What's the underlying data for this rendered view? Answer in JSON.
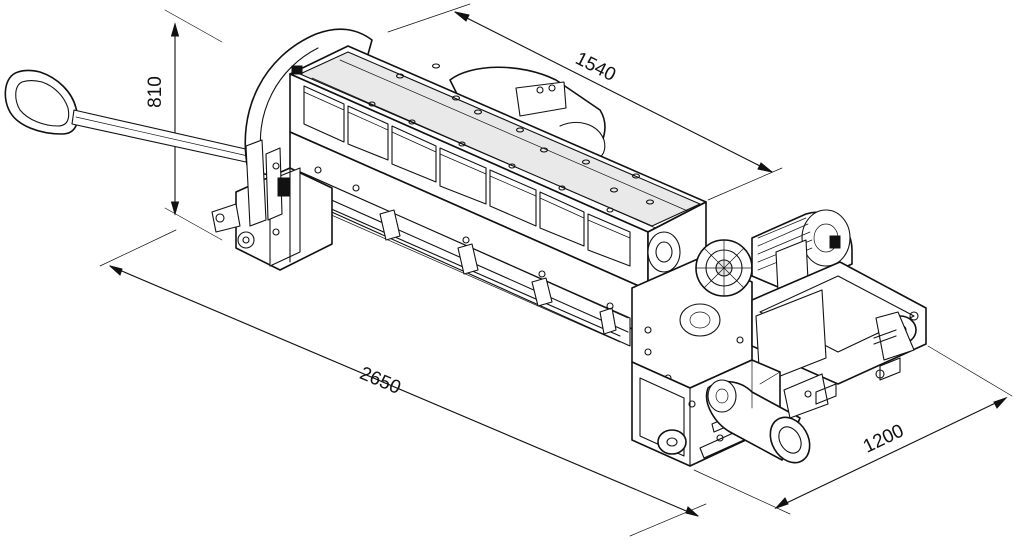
{
  "dimensions": {
    "height": "810",
    "length_top": "1540",
    "length_total": "2650",
    "width": "1200"
  },
  "colors": {
    "line": "#111111",
    "background": "#ffffff",
    "shade": "#e9e9e9"
  }
}
